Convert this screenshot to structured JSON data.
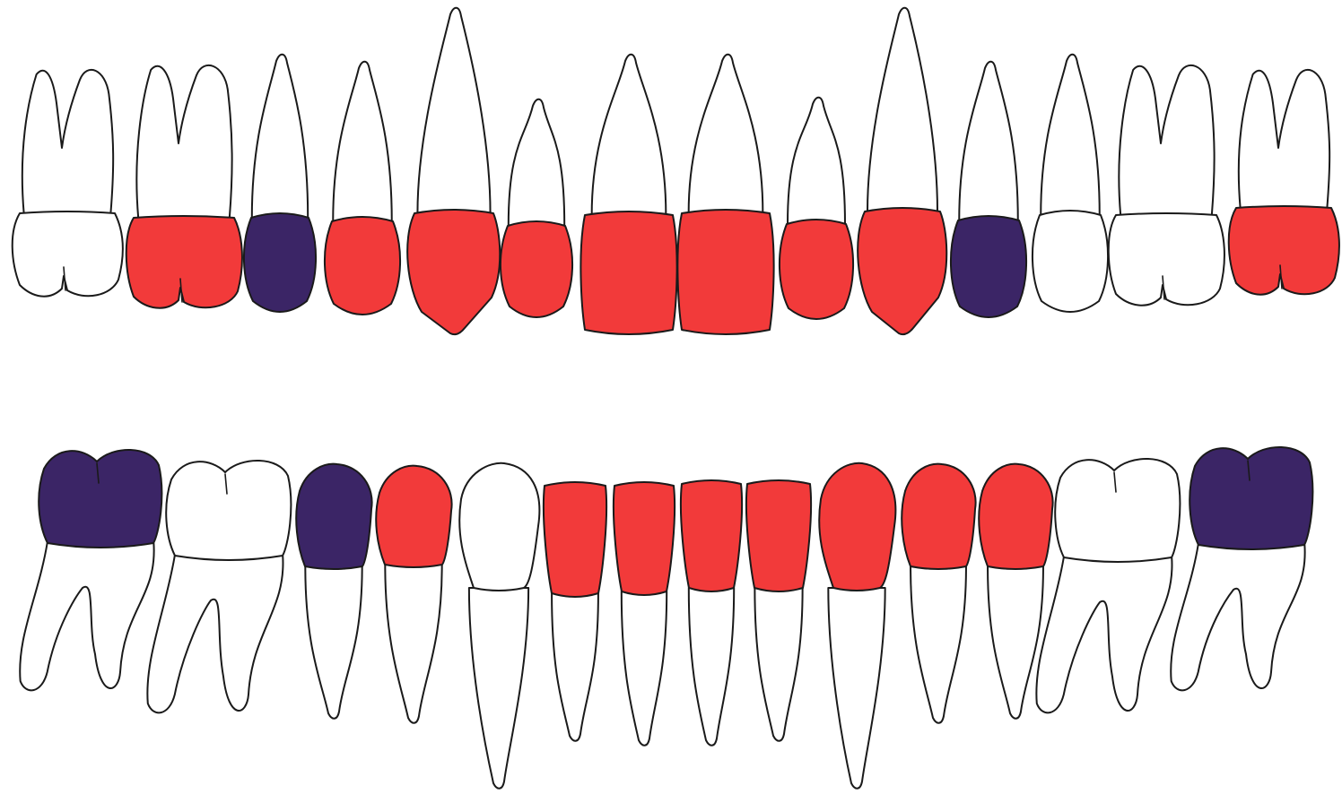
{
  "colors": {
    "background": "#ffffff",
    "outline": "#1a1a1a",
    "red": "#f23a3a",
    "purple": "#3b2566",
    "white": "#ffffff"
  },
  "legend": [],
  "upper_arch": {
    "teeth": [
      {
        "name": "upper-right-third-molar",
        "type": "molar",
        "crown": "white"
      },
      {
        "name": "upper-right-second-molar",
        "type": "molar",
        "crown": "red"
      },
      {
        "name": "upper-right-first-premolar-pos",
        "type": "premolar",
        "crown": "purple"
      },
      {
        "name": "upper-right-premolar",
        "type": "premolar",
        "crown": "red"
      },
      {
        "name": "upper-right-canine",
        "type": "canine",
        "crown": "red"
      },
      {
        "name": "upper-right-lateral-incisor",
        "type": "lateral",
        "crown": "red"
      },
      {
        "name": "upper-right-central-incisor",
        "type": "central",
        "crown": "red"
      },
      {
        "name": "upper-left-central-incisor",
        "type": "central",
        "crown": "red"
      },
      {
        "name": "upper-left-lateral-incisor",
        "type": "lateral",
        "crown": "red"
      },
      {
        "name": "upper-left-canine",
        "type": "canine",
        "crown": "red"
      },
      {
        "name": "upper-left-premolar",
        "type": "premolar",
        "crown": "purple"
      },
      {
        "name": "upper-left-second-premolar",
        "type": "premolar",
        "crown": "white"
      },
      {
        "name": "upper-left-first-molar",
        "type": "molar",
        "crown": "white"
      },
      {
        "name": "upper-left-second-molar",
        "type": "molar",
        "crown": "red"
      }
    ]
  },
  "lower_arch": {
    "teeth": [
      {
        "name": "lower-right-second-molar",
        "type": "molar",
        "crown": "purple"
      },
      {
        "name": "lower-right-first-molar",
        "type": "molar",
        "crown": "white"
      },
      {
        "name": "lower-right-second-premolar",
        "type": "premolar",
        "crown": "purple"
      },
      {
        "name": "lower-right-first-premolar",
        "type": "premolar",
        "crown": "red"
      },
      {
        "name": "lower-right-canine",
        "type": "canine",
        "crown": "white"
      },
      {
        "name": "lower-right-lateral-incisor",
        "type": "incisor",
        "crown": "red"
      },
      {
        "name": "lower-right-central-incisor",
        "type": "incisor",
        "crown": "red"
      },
      {
        "name": "lower-left-central-incisor",
        "type": "incisor",
        "crown": "red"
      },
      {
        "name": "lower-left-lateral-incisor",
        "type": "incisor",
        "crown": "red"
      },
      {
        "name": "lower-left-canine",
        "type": "canine",
        "crown": "red"
      },
      {
        "name": "lower-left-first-premolar",
        "type": "premolar",
        "crown": "red"
      },
      {
        "name": "lower-left-second-premolar",
        "type": "premolar",
        "crown": "red"
      },
      {
        "name": "lower-left-first-molar",
        "type": "molar",
        "crown": "white"
      },
      {
        "name": "lower-left-second-molar",
        "type": "molar",
        "crown": "purple"
      }
    ]
  }
}
